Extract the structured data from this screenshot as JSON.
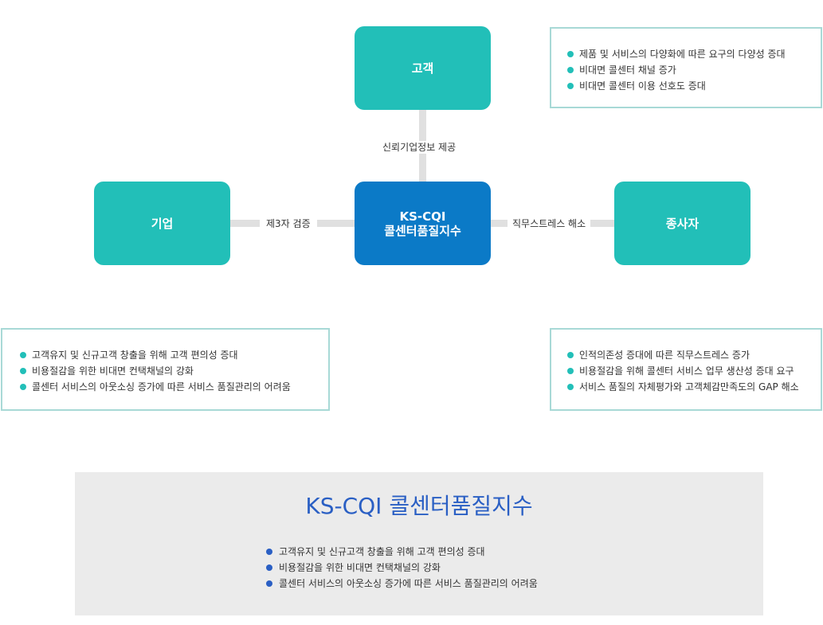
{
  "nodes": {
    "customer": "고객",
    "company": "기업",
    "center_line1": "KS-CQI",
    "center_line2": "콜센터품질지수",
    "employee": "종사자"
  },
  "edges": {
    "customer_center": "신뢰기업정보 제공",
    "company_center": "제3자 검증",
    "center_employee": "직무스트레스 해소"
  },
  "customer_box": {
    "items": [
      "제품 및 서비스의 다양화에 따른 요구의 다양성 증대",
      "비대면 콜센터 채널 증가",
      "비대면 콜센터 이용 선호도 증대"
    ]
  },
  "company_box": {
    "items": [
      "고객유지 및 신규고객 창출을 위해 고객 편의성 증대",
      "비용절감을 위한 비대면 컨택채널의 강화",
      "콜센터 서비스의 아웃소싱 증가에 따른 서비스 품질관리의 어려움"
    ]
  },
  "employee_box": {
    "items": [
      "인적의존성 증대에 따른 직무스트레스 증가",
      "비용절감을 위해 콜센터 서비스 업무 생산성 증대 요구",
      "서비스 품질의 자체평가와 고객체감만족도의 GAP 해소"
    ]
  },
  "summary": {
    "title": "KS-CQI 콜센터품질지수",
    "items": [
      "고객유지 및 신규고객 창출을 위해 고객 편의성 증대",
      "비용절감을 위한 비대면 컨택채널의 강화",
      "콜센터 서비스의 아웃소싱 증가에 따른 서비스 품질관리의 어려움"
    ]
  },
  "colors": {
    "teal": "#22bfb8",
    "blue": "#0b7ac7",
    "accent_text": "#2a5fc4",
    "box_border": "#a8d9d6",
    "connector": "#e0e0e0",
    "summary_bg": "#ebebeb"
  }
}
